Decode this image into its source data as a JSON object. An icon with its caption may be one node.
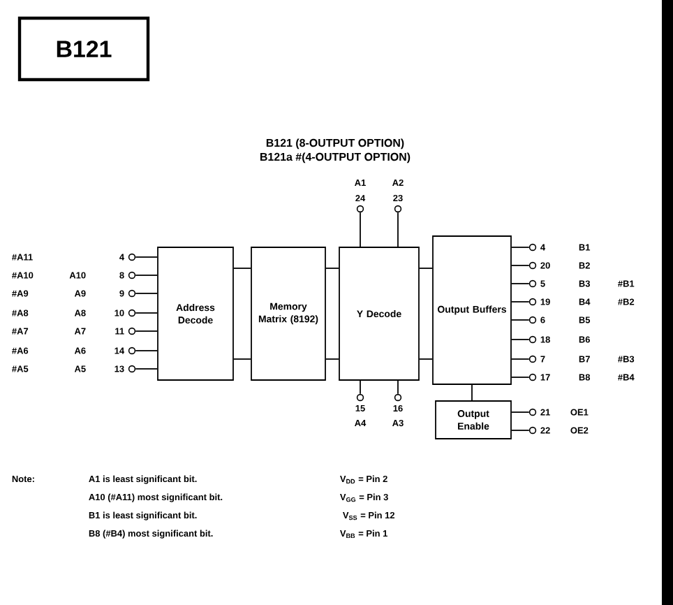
{
  "diagram": {
    "title": "B121",
    "nodes": [
      {
        "text": [
          "Address Decode"
        ]
      },
      {
        "text": [
          "Memory Matrix (8192)"
        ]
      },
      {
        "text": [
          "Y Decode"
        ]
      },
      {
        "text": [
          "Output Buffers"
        ]
      },
      {
        "text": [
          "Output Enable"
        ]
      },
      {
        "text": [],
        "shape": "circle",
        "beside": [
          "4"
        ]
      },
      {
        "text": [],
        "shape": "circle",
        "beside": [
          "8"
        ]
      },
      {
        "text": [],
        "shape": "circle",
        "beside": [
          "9"
        ]
      },
      {
        "text": [],
        "shape": "circle",
        "beside": [
          "10"
        ]
      },
      {
        "text": [],
        "shape": "circle",
        "beside": [
          "11"
        ]
      },
      {
        "text": [],
        "shape": "circle",
        "beside": [
          "14"
        ]
      },
      {
        "text": [],
        "shape": "circle",
        "beside": [
          "13"
        ]
      },
      {
        "text": [],
        "shape": "circle",
        "beside": [
          "24"
        ]
      },
      {
        "text": [],
        "shape": "circle",
        "beside": [
          "23"
        ]
      },
      {
        "text": [],
        "shape": "circle",
        "beside": [
          "15"
        ]
      },
      {
        "text": [],
        "shape": "circle",
        "beside": [
          "16"
        ]
      },
      {
        "text": [],
        "shape": "circle",
        "beside": [
          "4"
        ]
      },
      {
        "text": [],
        "shape": "circle",
        "beside": [
          "20"
        ]
      },
      {
        "text": [],
        "shape": "circle",
        "beside": [
          "5"
        ]
      },
      {
        "text": [],
        "shape": "circle",
        "beside": [
          "19"
        ]
      },
      {
        "text": [],
        "shape": "circle",
        "beside": [
          "6"
        ]
      },
      {
        "text": [],
        "shape": "circle",
        "beside": [
          "18"
        ]
      },
      {
        "text": [],
        "shape": "circle",
        "beside": [
          "7"
        ]
      },
      {
        "text": [],
        "shape": "circle",
        "beside": [
          "17"
        ]
      },
      {
        "text": [],
        "shape": "circle",
        "beside": [
          "21"
        ]
      },
      {
        "text": [],
        "shape": "circle",
        "beside": [
          "22"
        ]
      }
    ],
    "edges": [
      {
        "from": 0,
        "to": 1,
        "arrow": "none"
      },
      {
        "from": 0,
        "to": 1,
        "arrow": "none"
      },
      {
        "from": 1,
        "to": 2,
        "arrow": "none"
      },
      {
        "from": 1,
        "to": 2,
        "arrow": "none"
      },
      {
        "from": 2,
        "to": 3,
        "arrow": "none"
      },
      {
        "from": 2,
        "to": 3,
        "arrow": "none"
      },
      {
        "from": 3,
        "to": 4,
        "arrow": "none"
      },
      {
        "from": 5,
        "to": 0,
        "arrow": "none"
      },
      {
        "from": 6,
        "to": 0,
        "arrow": "none"
      },
      {
        "from": 7,
        "to": 0,
        "arrow": "none"
      },
      {
        "from": 8,
        "to": 0,
        "arrow": "none"
      },
      {
        "from": 9,
        "to": 0,
        "arrow": "none"
      },
      {
        "from": 10,
        "to": 0,
        "arrow": "none"
      },
      {
        "from": 11,
        "to": 0,
        "arrow": "none"
      },
      {
        "from": 12,
        "to": 2,
        "arrow": "none"
      },
      {
        "from": 13,
        "to": 2,
        "arrow": "none"
      },
      {
        "from": 14,
        "to": 2,
        "arrow": "none"
      },
      {
        "from": 15,
        "to": 2,
        "arrow": "none"
      },
      {
        "from": 16,
        "to": 3,
        "arrow": "none"
      },
      {
        "from": 17,
        "to": 3,
        "arrow": "none"
      },
      {
        "from": 18,
        "to": 3,
        "arrow": "none"
      },
      {
        "from": 19,
        "to": 3,
        "arrow": "none"
      },
      {
        "from": 20,
        "to": 3,
        "arrow": "none"
      },
      {
        "from": 21,
        "to": 3,
        "arrow": "none"
      },
      {
        "from": 22,
        "to": 3,
        "arrow": "none"
      },
      {
        "from": 23,
        "to": 3,
        "arrow": "none"
      },
      {
        "from": 24,
        "to": 4,
        "arrow": "none"
      },
      {
        "from": 25,
        "to": 4,
        "arrow": "none"
      }
    ],
    "labels": [
      "B121 (8-OUTPUT OPTION)",
      "B121a #(4-OUTPUT OPTION)",
      "A1",
      "A2",
      "#A11",
      "#A10",
      "A10",
      "#A9",
      "A9",
      "#A8",
      "A8",
      "#A7",
      "A7",
      "#A6",
      "A6",
      "#A5",
      "A5",
      "B1",
      "B2",
      "B3",
      "#B1",
      "B4",
      "#B2",
      "B5",
      "B6",
      "B7",
      "#B3",
      "B8",
      "#B4",
      "A4",
      "A3",
      "OE1",
      "OE2",
      "Note:",
      "A1 is least significant bit.",
      "V$_{DD}$ = Pin 2",
      "A10 (#A11) most significant bit.",
      "V$_{GG}$ = Pin 3",
      "B1 is least significant bit.",
      "V$_{SS}$ = Pin 12",
      "B8 (#B4) most significant bit.",
      "V$_{BB}$ = Pin 1"
    ]
  }
}
